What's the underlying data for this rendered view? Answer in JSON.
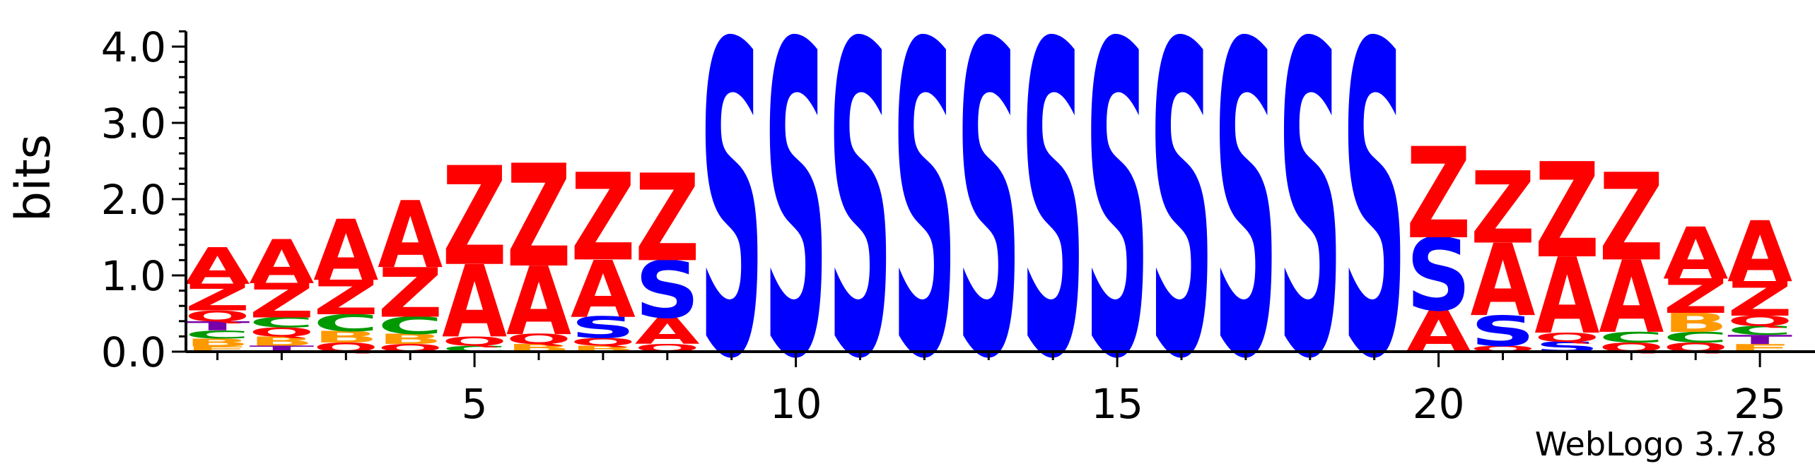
{
  "chart_data": {
    "type": "sequence-logo",
    "ylabel": "bits",
    "ylim": [
      0,
      4.0
    ],
    "y_ticks": [
      "0.0",
      "1.0",
      "2.0",
      "3.0",
      "4.0"
    ],
    "x_ticks": [
      "5",
      "10",
      "15",
      "20",
      "25"
    ],
    "x_tick_values": [
      5,
      10,
      15,
      20,
      25
    ],
    "footer": "WebLogo 3.7.8",
    "colors": {
      "A": "#ff0000",
      "Z": "#ff0000",
      "Q": "#ff0000",
      "S": "#0000ff",
      "C": "#009900",
      "B": "#ff9900",
      "T": "#7700aa",
      "E": "#ff9900"
    },
    "positions": [
      {
        "pos": 1,
        "stack": [
          [
            "E",
            0.07
          ],
          [
            "B",
            0.1
          ],
          [
            "C",
            0.11
          ],
          [
            "T",
            0.12
          ],
          [
            "Q",
            0.14
          ],
          [
            "Z",
            0.35
          ],
          [
            "A",
            0.48
          ]
        ]
      },
      {
        "pos": 2,
        "stack": [
          [
            "T",
            0.08
          ],
          [
            "B",
            0.12
          ],
          [
            "Q",
            0.12
          ],
          [
            "C",
            0.13
          ],
          [
            "Z",
            0.45
          ],
          [
            "A",
            0.58
          ]
        ]
      },
      {
        "pos": 3,
        "stack": [
          [
            "Q",
            0.12
          ],
          [
            "B",
            0.15
          ],
          [
            "C",
            0.22
          ],
          [
            "Z",
            0.45
          ],
          [
            "A",
            0.8
          ]
        ]
      },
      {
        "pos": 4,
        "stack": [
          [
            "Q",
            0.1
          ],
          [
            "B",
            0.13
          ],
          [
            "C",
            0.23
          ],
          [
            "Z",
            0.65
          ],
          [
            "A",
            0.88
          ]
        ]
      },
      {
        "pos": 5,
        "stack": [
          [
            "C",
            0.08
          ],
          [
            "Q",
            0.12
          ],
          [
            "A",
            0.95
          ],
          [
            "Z",
            1.3
          ]
        ]
      },
      {
        "pos": 6,
        "stack": [
          [
            "B",
            0.1
          ],
          [
            "Q",
            0.13
          ],
          [
            "A",
            0.9
          ],
          [
            "Z",
            1.35
          ]
        ]
      },
      {
        "pos": 7,
        "stack": [
          [
            "B",
            0.08
          ],
          [
            "Q",
            0.1
          ],
          [
            "S",
            0.28
          ],
          [
            "A",
            0.75
          ],
          [
            "Z",
            1.15
          ]
        ]
      },
      {
        "pos": 8,
        "stack": [
          [
            "Q",
            0.1
          ],
          [
            "A",
            0.35
          ],
          [
            "S",
            0.75
          ],
          [
            "Z",
            1.15
          ]
        ]
      },
      {
        "pos": 9,
        "stack": [
          [
            "S",
            4.1
          ]
        ]
      },
      {
        "pos": 10,
        "stack": [
          [
            "S",
            4.1
          ]
        ]
      },
      {
        "pos": 11,
        "stack": [
          [
            "S",
            4.1
          ]
        ]
      },
      {
        "pos": 12,
        "stack": [
          [
            "S",
            4.1
          ]
        ]
      },
      {
        "pos": 13,
        "stack": [
          [
            "S",
            4.1
          ]
        ]
      },
      {
        "pos": 14,
        "stack": [
          [
            "S",
            4.1
          ]
        ]
      },
      {
        "pos": 15,
        "stack": [
          [
            "S",
            4.1
          ]
        ]
      },
      {
        "pos": 16,
        "stack": [
          [
            "S",
            4.1
          ]
        ]
      },
      {
        "pos": 17,
        "stack": [
          [
            "S",
            4.1
          ]
        ]
      },
      {
        "pos": 18,
        "stack": [
          [
            "S",
            4.1
          ]
        ]
      },
      {
        "pos": 19,
        "stack": [
          [
            "S",
            4.1
          ]
        ]
      },
      {
        "pos": 20,
        "stack": [
          [
            "A",
            0.55
          ],
          [
            "S",
            0.95
          ],
          [
            "Z",
            1.2
          ]
        ]
      },
      {
        "pos": 21,
        "stack": [
          [
            "Q",
            0.08
          ],
          [
            "S",
            0.4
          ],
          [
            "A",
            0.95
          ],
          [
            "Z",
            0.95
          ]
        ]
      },
      {
        "pos": 22,
        "stack": [
          [
            "S",
            0.13
          ],
          [
            "Q",
            0.12
          ],
          [
            "A",
            1.0
          ],
          [
            "Z",
            1.25
          ]
        ]
      },
      {
        "pos": 23,
        "stack": [
          [
            "Q",
            0.12
          ],
          [
            "C",
            0.14
          ],
          [
            "A",
            0.95
          ],
          [
            "Z",
            1.15
          ]
        ]
      },
      {
        "pos": 24,
        "stack": [
          [
            "Q",
            0.12
          ],
          [
            "C",
            0.14
          ],
          [
            "B",
            0.25
          ],
          [
            "Z",
            0.45
          ],
          [
            "A",
            0.68
          ]
        ]
      },
      {
        "pos": 25,
        "stack": [
          [
            "E",
            0.1
          ],
          [
            "T",
            0.12
          ],
          [
            "C",
            0.12
          ],
          [
            "Q",
            0.13
          ],
          [
            "Z",
            0.45
          ],
          [
            "A",
            0.8
          ]
        ]
      }
    ]
  }
}
